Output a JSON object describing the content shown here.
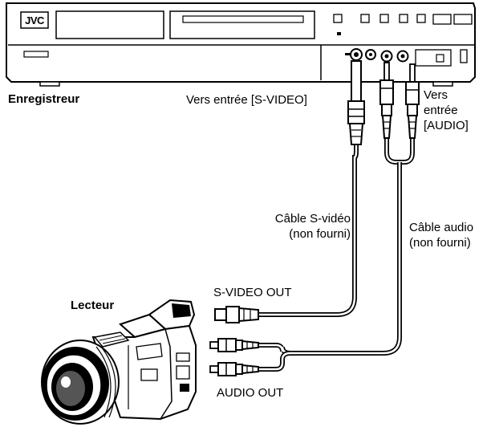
{
  "recorder": {
    "brand": "JVC",
    "name": "Enregistreur"
  },
  "player": {
    "name": "Lecteur"
  },
  "labels": {
    "svideo_in": "Vers entrée [S-VIDEO]",
    "audio_in_line1": "Vers",
    "audio_in_line2": "entrée",
    "audio_in_line3": "[AUDIO]",
    "svideo_cable_line1": "Câble S-vidéo",
    "svideo_cable_line2": "(non fourni)",
    "audio_cable_line1": "Câble audio",
    "audio_cable_line2": "(non fourni)",
    "svideo_out": "S-VIDEO OUT",
    "audio_out": "AUDIO OUT"
  },
  "icons": {
    "recorder": "dvd-recorder-icon",
    "camcorder": "camcorder-icon",
    "svideo_plug": "svideo-plug-icon",
    "rca_plug": "rca-plug-icon"
  }
}
